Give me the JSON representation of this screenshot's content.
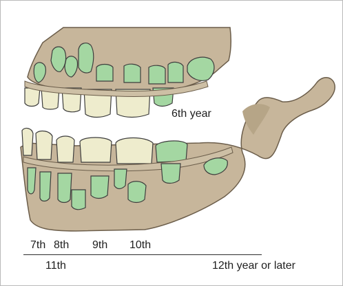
{
  "labels": {
    "sixth_year": "6th year",
    "seventh": "7th",
    "eighth": "8th",
    "ninth": "9th",
    "tenth": "10th",
    "eleventh": "11th",
    "twelfth_or_later": "12th year or later"
  },
  "colors": {
    "bone": "#c7b69b",
    "bone_outline": "#6b5d4a",
    "deciduous_tooth": "#eeeccd",
    "permanent_tooth": "#a4d7a2",
    "tooth_outline": "#3d3d3d",
    "gum_band": "#cdbfa5",
    "label": "#1e1e1e"
  }
}
